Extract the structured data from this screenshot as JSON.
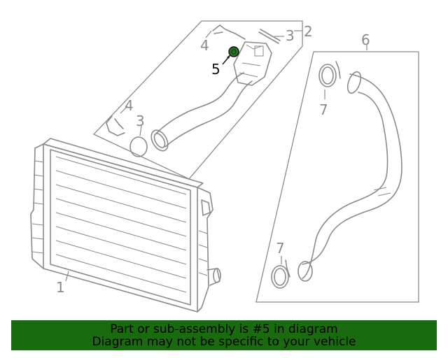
{
  "callouts": {
    "c1": "1",
    "c2": "2",
    "c3a": "3",
    "c3b": "3",
    "c4a": "4",
    "c4b": "4",
    "c5": "5",
    "c6": "6",
    "c7a": "7",
    "c7b": "7"
  },
  "highlight_color": "#2a6e2a",
  "banner": {
    "line1": "Part or sub-assembly is #5 in diagram",
    "line2": "Diagram may not be specific to your vehicle",
    "background": "#1a6b0f"
  }
}
